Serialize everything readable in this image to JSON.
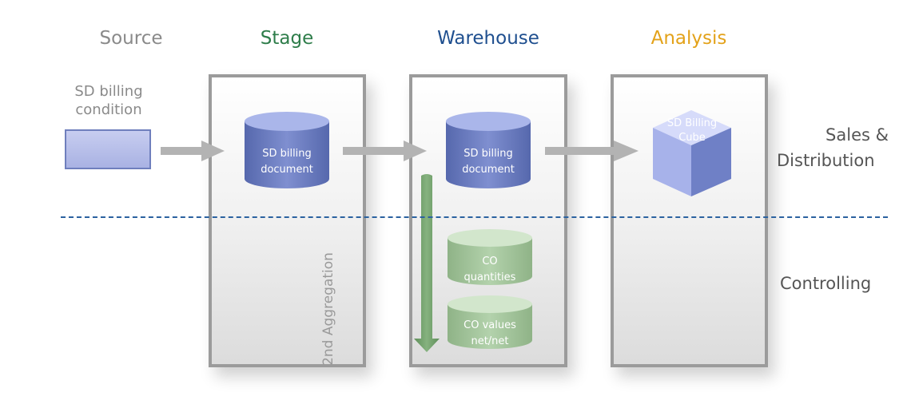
{
  "columns": {
    "source": "Source",
    "stage": "Stage",
    "warehouse": "Warehouse",
    "analysis": "Analysis"
  },
  "source_item": "SD billing condition",
  "stage_item": [
    "SD billing",
    "document"
  ],
  "warehouse_items": {
    "billing": [
      "SD billing",
      "document"
    ],
    "co_quantities": [
      "CO",
      "quantities"
    ],
    "co_values": [
      "CO values",
      "net/net"
    ]
  },
  "analysis_item": [
    "SD Billing",
    "Cube"
  ],
  "aggregation_label": "2nd Aggregation",
  "rows": {
    "sales_line1": "Sales &",
    "sales_line2": "Distribution",
    "controlling": "Controlling"
  },
  "colors": {
    "source": "#8a8a8a",
    "stage": "#2e7d4a",
    "warehouse": "#1f4f8f",
    "analysis": "#e3a21a",
    "blue_cylinder": "#6a7cc0",
    "green_cylinder": "#9cbf95",
    "aggregation_arrow": "#6f9c6a",
    "dashed_line": "#2b62a0"
  }
}
